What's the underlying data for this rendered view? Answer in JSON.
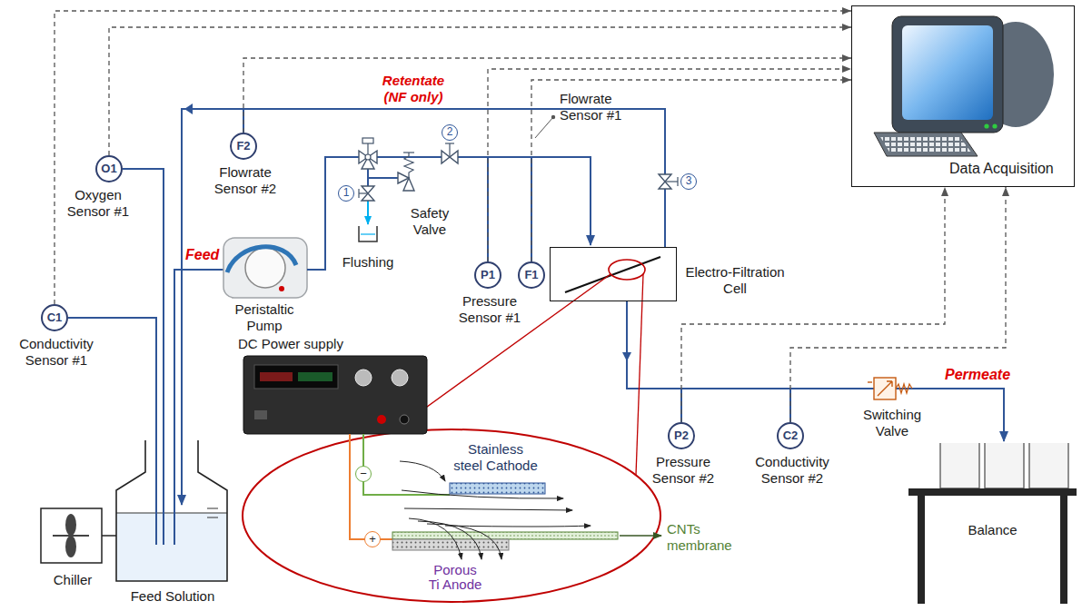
{
  "diagram": {
    "nodes": [
      {
        "text": [
          "Data Acquisition"
        ]
      },
      {
        "text": [
          "C1",
          "Conductivity Sensor #1"
        ]
      },
      {
        "text": [
          "O1",
          "Oxygen Sensor #1"
        ]
      },
      {
        "text": [
          "F2",
          "Flowrate Sensor #2"
        ]
      },
      {
        "text": [
          "P1",
          "Pressure Sensor #1"
        ]
      },
      {
        "text": [
          "F1",
          "Flowrate Sensor #1"
        ]
      },
      {
        "text": [
          "Electro-Filtration Cell"
        ]
      },
      {
        "text": [
          "P2",
          "Pressure Sensor #2"
        ]
      },
      {
        "text": [
          "C2",
          "Conductivity Sensor #2"
        ]
      }
    ],
    "edges": [
      {
        "from": 1,
        "to": 0,
        "arrow": "to"
      },
      {
        "from": 2,
        "to": 0,
        "arrow": "to"
      },
      {
        "from": 3,
        "to": 0,
        "arrow": "to"
      },
      {
        "from": 4,
        "to": 0,
        "arrow": "to"
      },
      {
        "from": 5,
        "to": 0,
        "arrow": "to"
      },
      {
        "from": 7,
        "to": 0,
        "arrow": "to"
      },
      {
        "from": 8,
        "to": 0,
        "arrow": "to"
      }
    ],
    "labels": [
      "Retentate (NF only)",
      "Feed",
      "Peristaltic Pump",
      "Flushing",
      "Safety Valve",
      "1",
      "2",
      "3",
      "DC Power supply",
      "Stainless steel Cathode",
      "CNTs membrane",
      "Porous Ti Anode",
      "−",
      "+",
      "Permeate",
      "Switching Valve",
      "Balance",
      "Chiller",
      "Feed Solution"
    ]
  }
}
